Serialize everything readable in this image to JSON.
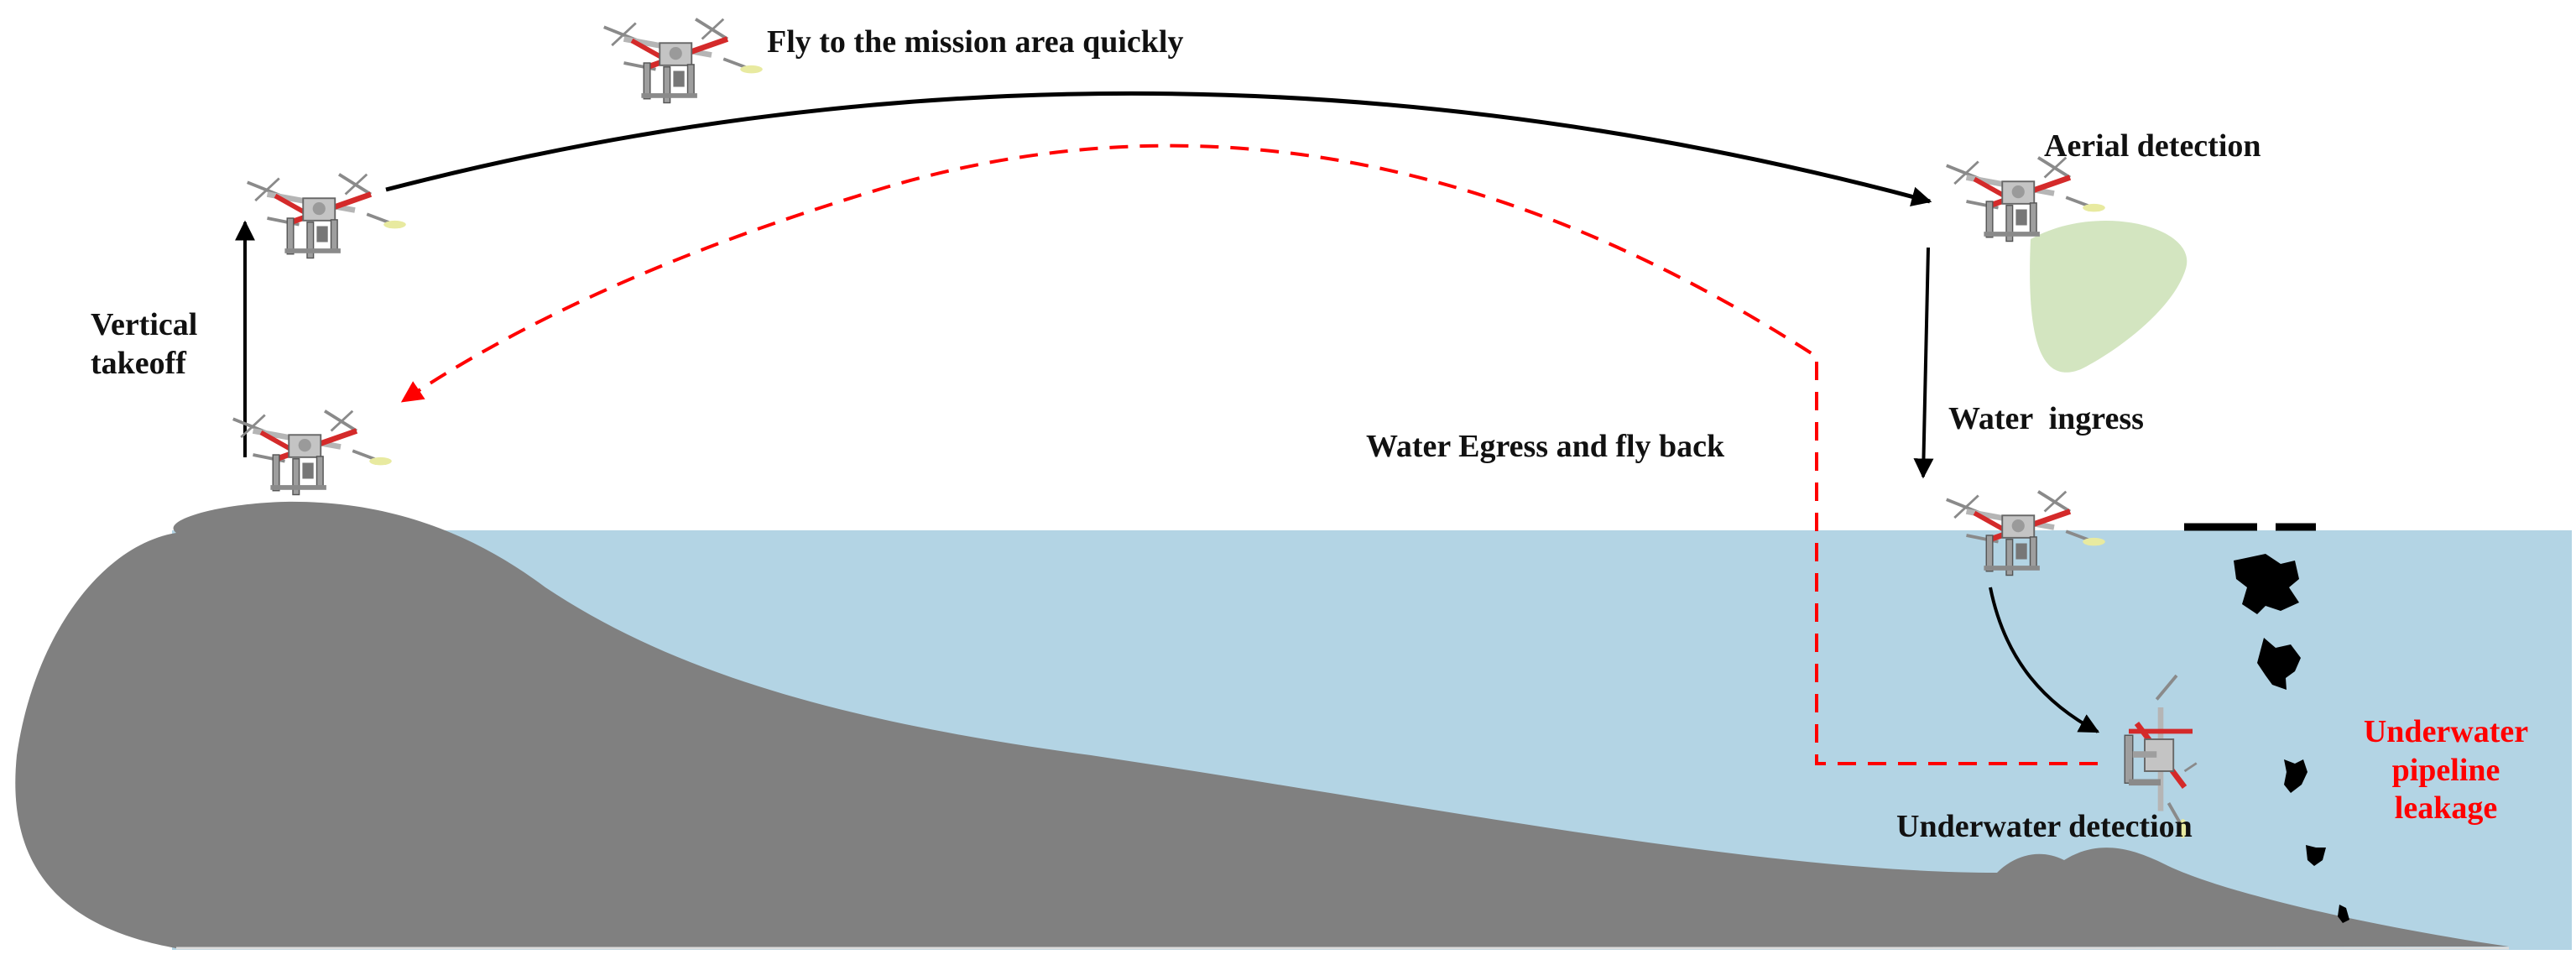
{
  "labels": {
    "fly_quickly": "Fly to the mission area quickly",
    "aerial_detection": "Aerial detection",
    "vertical_takeoff_1": "Vertical",
    "vertical_takeoff_2": "takeoff",
    "water_ingress": "Water  ingress",
    "water_egress": "Water Egress and fly back",
    "underwater_detection": "Underwater detection",
    "leak_1": "Underwater",
    "leak_2": "pipeline",
    "leak_3": "leakage"
  },
  "colors": {
    "water": "#b3d4e4",
    "terrain": "#808080",
    "detection_cone": "#d3e5c0",
    "return_path": "#ff0000",
    "arrow": "#000000",
    "leak_text": "#ff0000",
    "oil_blobs": "#000000"
  },
  "icons": [
    "quadrotor-drone-icon"
  ]
}
